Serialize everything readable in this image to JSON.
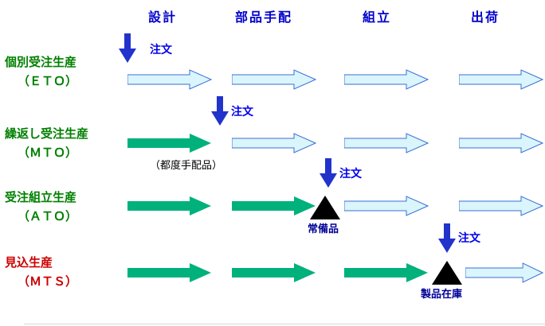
{
  "headers": [
    {
      "label": "設計"
    },
    {
      "label": "部品手配"
    },
    {
      "label": "組立"
    },
    {
      "label": "出荷"
    }
  ],
  "rows": [
    {
      "label1": "個別受注生産",
      "label2": "（ＥＴＯ）",
      "order_label": "注文"
    },
    {
      "label1": "繰返し受注生産",
      "label2": "（ＭＴＯ）",
      "order_label": "注文",
      "note": "（都度手配品）"
    },
    {
      "label1": "受注組立生産",
      "label2": "（ＡＴＯ）",
      "order_label": "注文",
      "inventory_label": "常備品"
    },
    {
      "label1": "見込生産",
      "label2": "（ＭＴＳ）",
      "order_label": "注文",
      "inventory_label": "製品在庫"
    }
  ],
  "palette": {
    "header_text": "#0000cc",
    "green_label": "#008000",
    "red_label": "#cc0000",
    "order_text_blue": "#0000ee",
    "order_arrow_blue": "#2233cc",
    "flow_arrow_fill": "#daf5fb",
    "flow_arrow_stroke": "#3a6fd8",
    "green_arrow": "#00b17c",
    "inventory_triangle": "#000000",
    "inventory_label_blue": "#000099"
  }
}
